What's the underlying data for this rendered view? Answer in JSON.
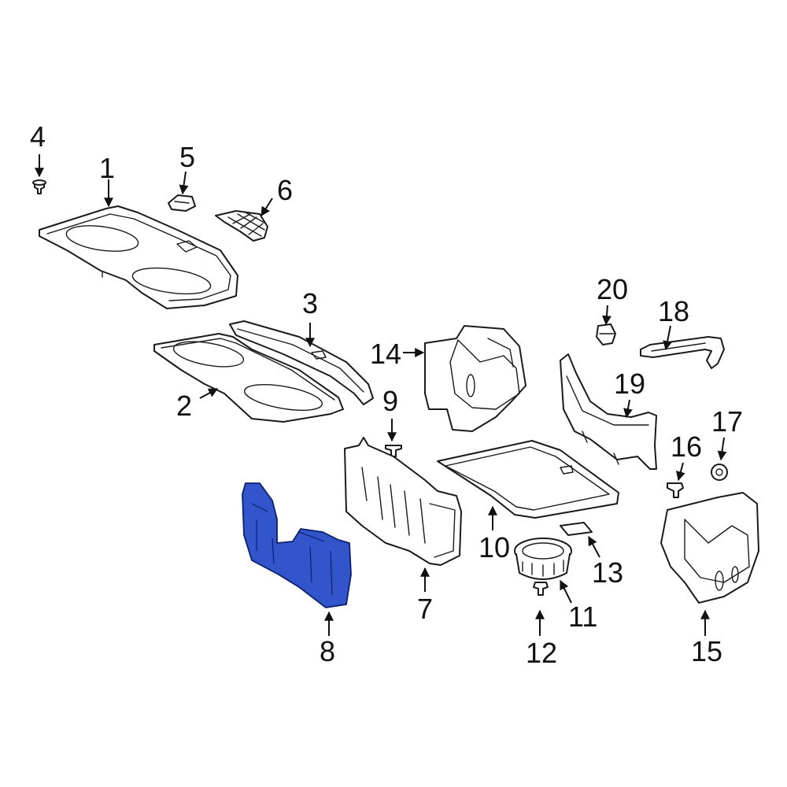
{
  "diagram": {
    "highlight_color": "#3355cc",
    "line_color": "#1a1a1a",
    "background": "#ffffff",
    "highlighted_part": "8"
  },
  "callouts": {
    "c1": "1",
    "c2": "2",
    "c3": "3",
    "c4": "4",
    "c5": "5",
    "c6": "6",
    "c7": "7",
    "c8": "8",
    "c9": "9",
    "c10": "10",
    "c11": "11",
    "c12": "12",
    "c13": "13",
    "c14": "14",
    "c15": "15",
    "c16": "16",
    "c17": "17",
    "c18": "18",
    "c19": "19",
    "c20": "20"
  }
}
